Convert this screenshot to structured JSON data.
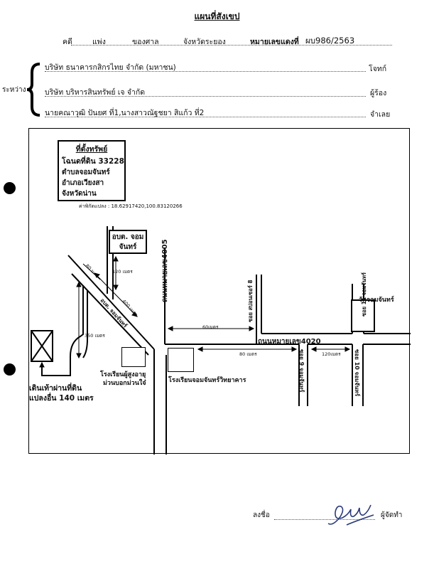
{
  "doc": {
    "title": "แผนที่สังเขป",
    "header": {
      "case_label": "คดี",
      "case_type": "แพ่ง",
      "court_label": "ของศาล",
      "court": "จังหวัดระยอง",
      "red_no_label": "หมายเลขแดงที่",
      "red_no": "ผบ986/2563"
    },
    "between_label": "ระหว่าง",
    "parties": [
      {
        "name": "บริษัท ธนาคารกสิกรไทย จำกัด (มหาชน)",
        "role": "โจทก์"
      },
      {
        "name": "บริษัท บริหารสินทรัพย์ เจ จำกัด",
        "role": "ผู้ร้อง"
      },
      {
        "name": "นายคณาวุฒิ ปันยศ ที่1,นางสาวณัฐชยา สิแก้ว ที่2",
        "role": "จำเลย"
      }
    ],
    "sign_label": "ลงชื่อ",
    "sign_role": "ผู้จัดทำ"
  },
  "map": {
    "property_box": {
      "title": "ที่ตั้งทรัพย์",
      "deed": "โฉนดที่ดิน 33228",
      "tambon": "ตำบลจอมจันทร์",
      "amphoe": "อำเภอเวียงสา",
      "province": "จังหวัดน่าน"
    },
    "coords": "ค่าพิกัดแปลง : 18.62917420,100.83120266",
    "places": {
      "sao": "อบต. จอมจันทร์",
      "temple": "วัดจอมจันทร์",
      "elderly_school": "โรงเรียนผู้สูงอายุ",
      "elderly_school_2": "ม่วนบอกม่วนใจ๋",
      "school": "โรงเรียนจอมจันทร์วิทยาคาร"
    },
    "roads": {
      "highway_4005": "ถนนหมายเลข4005",
      "highway_4020": "ถนนหมายเลข4020",
      "soi_sao": "อบต. จอมจันทร์",
      "soi_8": "ซอย สปอนเซอร์ 8",
      "soi_9": "ซอย 9 จอมจันทร์",
      "soi_10": "ซอย 10 จอมจันทร์",
      "soi_11": "ซอย 11 จอมจันทร์"
    },
    "distances": {
      "d80a": "80 ม.",
      "d120a": "120 เมตร",
      "d400": "400 เมตร",
      "d350": "350 เมตร",
      "d60": "60เมตร",
      "d80b": "80 เมตร",
      "d120b": "120เมตร"
    },
    "walk_note_1": "เดินเท้าผ่านที่ดิน",
    "walk_note_2": "แปลงอื่น 140 เมตร"
  }
}
